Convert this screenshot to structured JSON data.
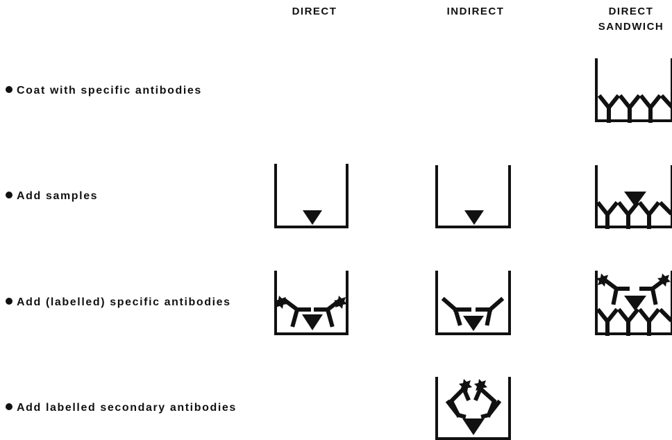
{
  "columns": [
    {
      "id": "direct",
      "label_lines": [
        "DIRECT"
      ]
    },
    {
      "id": "indirect",
      "label_lines": [
        "INDIRECT"
      ]
    },
    {
      "id": "direct_sandwich",
      "label_lines": [
        "DIRECT",
        "SANDWICH"
      ]
    }
  ],
  "rows": [
    {
      "id": "coat",
      "label": "Coat with specific antibodies"
    },
    {
      "id": "samples",
      "label": "Add samples"
    },
    {
      "id": "labelled_specific",
      "label": "Add (labelled) specific antibodies"
    },
    {
      "id": "secondary",
      "label": "Add labelled secondary antibodies"
    }
  ],
  "wells": [
    {
      "column": "direct_sandwich",
      "row": "coat",
      "contents": [
        "capture-antibody",
        "capture-antibody",
        "capture-antibody"
      ]
    },
    {
      "column": "direct",
      "row": "samples",
      "contents": [
        "antigen"
      ]
    },
    {
      "column": "indirect",
      "row": "samples",
      "contents": [
        "antigen"
      ]
    },
    {
      "column": "direct_sandwich",
      "row": "samples",
      "contents": [
        "capture-antibody",
        "capture-antibody",
        "capture-antibody",
        "antigen"
      ]
    },
    {
      "column": "direct",
      "row": "labelled_specific",
      "contents": [
        "antigen",
        "labelled-antibody",
        "labelled-antibody"
      ]
    },
    {
      "column": "indirect",
      "row": "labelled_specific",
      "contents": [
        "antigen",
        "antibody",
        "antibody"
      ]
    },
    {
      "column": "direct_sandwich",
      "row": "labelled_specific",
      "contents": [
        "capture-antibody",
        "capture-antibody",
        "capture-antibody",
        "antigen",
        "labelled-antibody",
        "labelled-antibody"
      ]
    },
    {
      "column": "indirect",
      "row": "secondary",
      "contents": [
        "antigen",
        "antibody",
        "antibody",
        "labelled-secondary-antibody",
        "labelled-secondary-antibody"
      ]
    }
  ]
}
